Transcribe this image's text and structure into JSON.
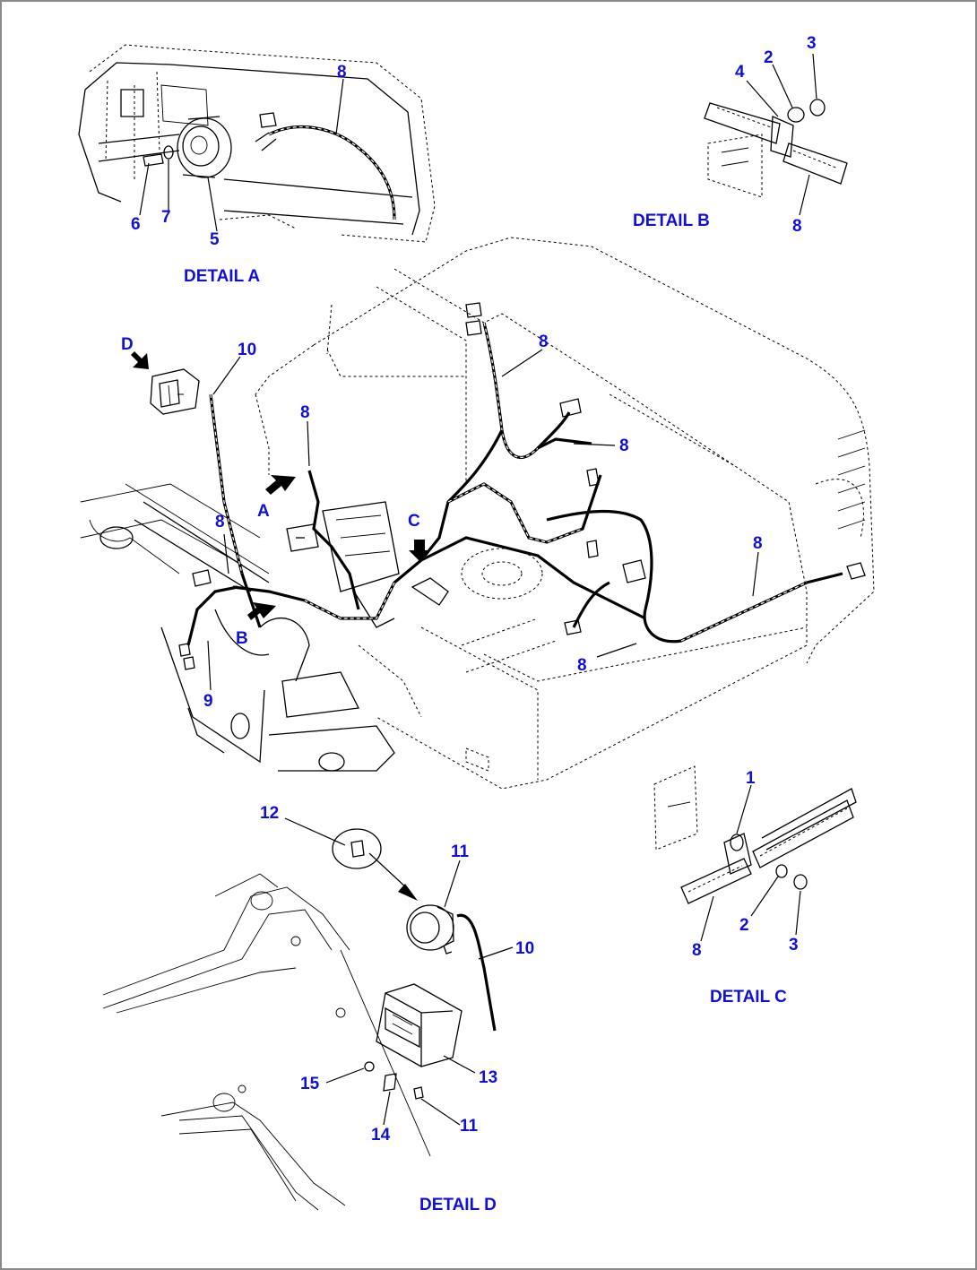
{
  "details": {
    "a": "DETAIL A",
    "b": "DETAIL B",
    "c": "DETAIL C",
    "d": "DETAIL D"
  },
  "views": {
    "a": "A",
    "b": "B",
    "c": "C",
    "d": "D"
  },
  "callouts": {
    "a_8": "8",
    "a_6": "6",
    "a_7": "7",
    "a_5": "5",
    "b_2": "2",
    "b_3": "3",
    "b_4": "4",
    "b_8": "8",
    "m_10": "10",
    "m_8_top": "8",
    "m_8_tr": "8",
    "m_8_mid": "8",
    "m_8_left": "8",
    "m_8_right": "8",
    "m_8_bot": "8",
    "m_9": "9",
    "c_1": "1",
    "c_2": "2",
    "c_3": "3",
    "c_8": "8",
    "d_12": "12",
    "d_11_top": "11",
    "d_10": "10",
    "d_13": "13",
    "d_15": "15",
    "d_14": "14",
    "d_11_bot": "11"
  },
  "colors": {
    "label": "#1010d8",
    "line": "#000000",
    "border": "#8a8a8a"
  }
}
